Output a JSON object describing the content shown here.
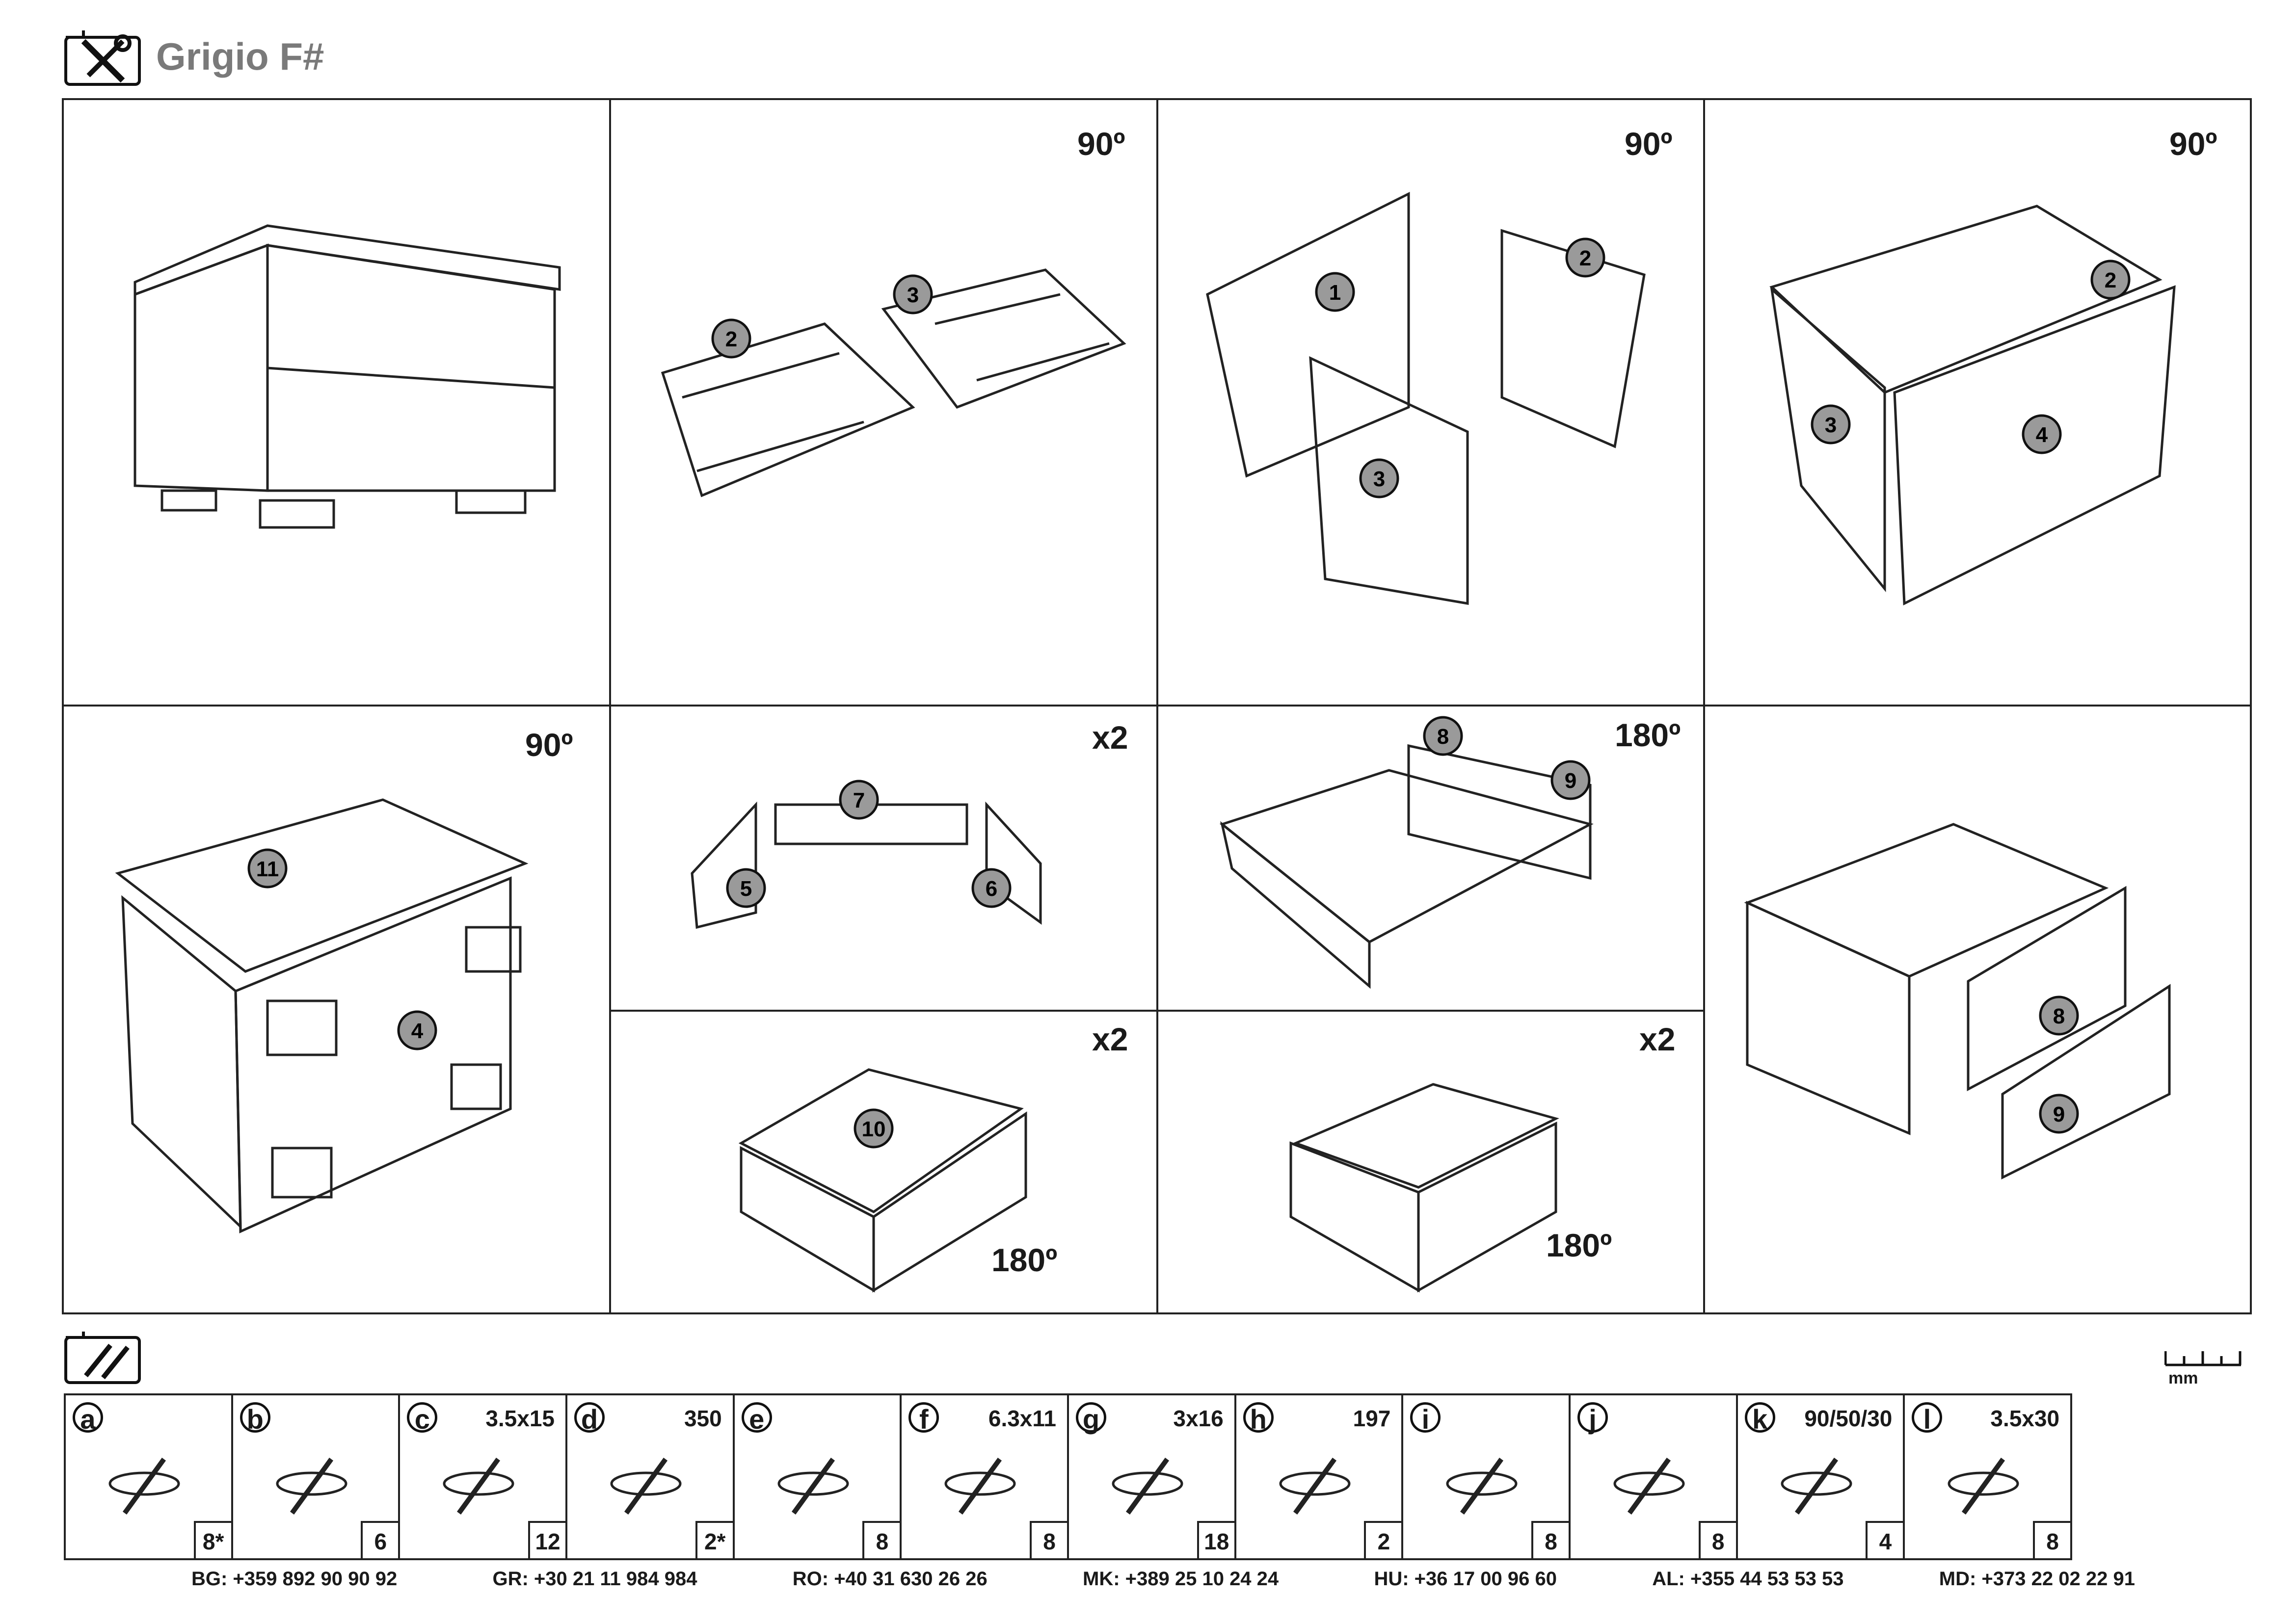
{
  "header": {
    "title": "Grigio F#"
  },
  "steps": {
    "rotate_90": "90º",
    "rotate_180": "180º",
    "times_two": "x2",
    "panel_labels": [
      "1",
      "2",
      "3",
      "4",
      "5",
      "6",
      "7",
      "8",
      "9",
      "10",
      "11"
    ],
    "hardware_letters": [
      "a",
      "b",
      "c",
      "d",
      "e",
      "f",
      "g",
      "h",
      "k",
      "l"
    ]
  },
  "parts": [
    {
      "letter": "a",
      "dim": "",
      "qty": "8*",
      "icon": "cam-lock-fitting-icon"
    },
    {
      "letter": "b",
      "dim": "",
      "qty": "6",
      "icon": "wooden-dowel-icon"
    },
    {
      "letter": "c",
      "dim": "3.5x15",
      "qty": "12",
      "icon": "screw-icon"
    },
    {
      "letter": "d",
      "dim": "350",
      "qty": "2*",
      "icon": "drawer-runner-icon"
    },
    {
      "letter": "e",
      "dim": "",
      "qty": "8",
      "icon": "long-screw-icon"
    },
    {
      "letter": "f",
      "dim": "6.3x11",
      "qty": "8",
      "icon": "euro-screw-icon"
    },
    {
      "letter": "g",
      "dim": "3x16",
      "qty": "18",
      "icon": "screw-icon"
    },
    {
      "letter": "h",
      "dim": "197",
      "qty": "2",
      "icon": "drawer-handle-icon"
    },
    {
      "letter": "i",
      "dim": "",
      "qty": "8",
      "icon": "round-glide-icon"
    },
    {
      "letter": "j",
      "dim": "",
      "qty": "8",
      "icon": "flat-glide-icon"
    },
    {
      "letter": "k",
      "dim": "90/50/30",
      "qty": "4",
      "icon": "plastic-foot-icon"
    },
    {
      "letter": "l",
      "dim": "3.5x30",
      "qty": "8",
      "icon": "screw-icon"
    }
  ],
  "phones": [
    {
      "country": "BG:",
      "number": "+359 892 90 90 92"
    },
    {
      "country": "GR:",
      "number": "+30 21 11 984 984"
    },
    {
      "country": "RO:",
      "number": "+40 31 630 26 26"
    },
    {
      "country": "MK:",
      "number": "+389 25 10 24 24"
    },
    {
      "country": "HU:",
      "number": "+36 17 00 96 60"
    },
    {
      "country": "AL:",
      "number": "+355 44 53 53 53"
    },
    {
      "country": "MD:",
      "number": "+373 22 02 22 91"
    }
  ],
  "ruler_unit": "mm"
}
